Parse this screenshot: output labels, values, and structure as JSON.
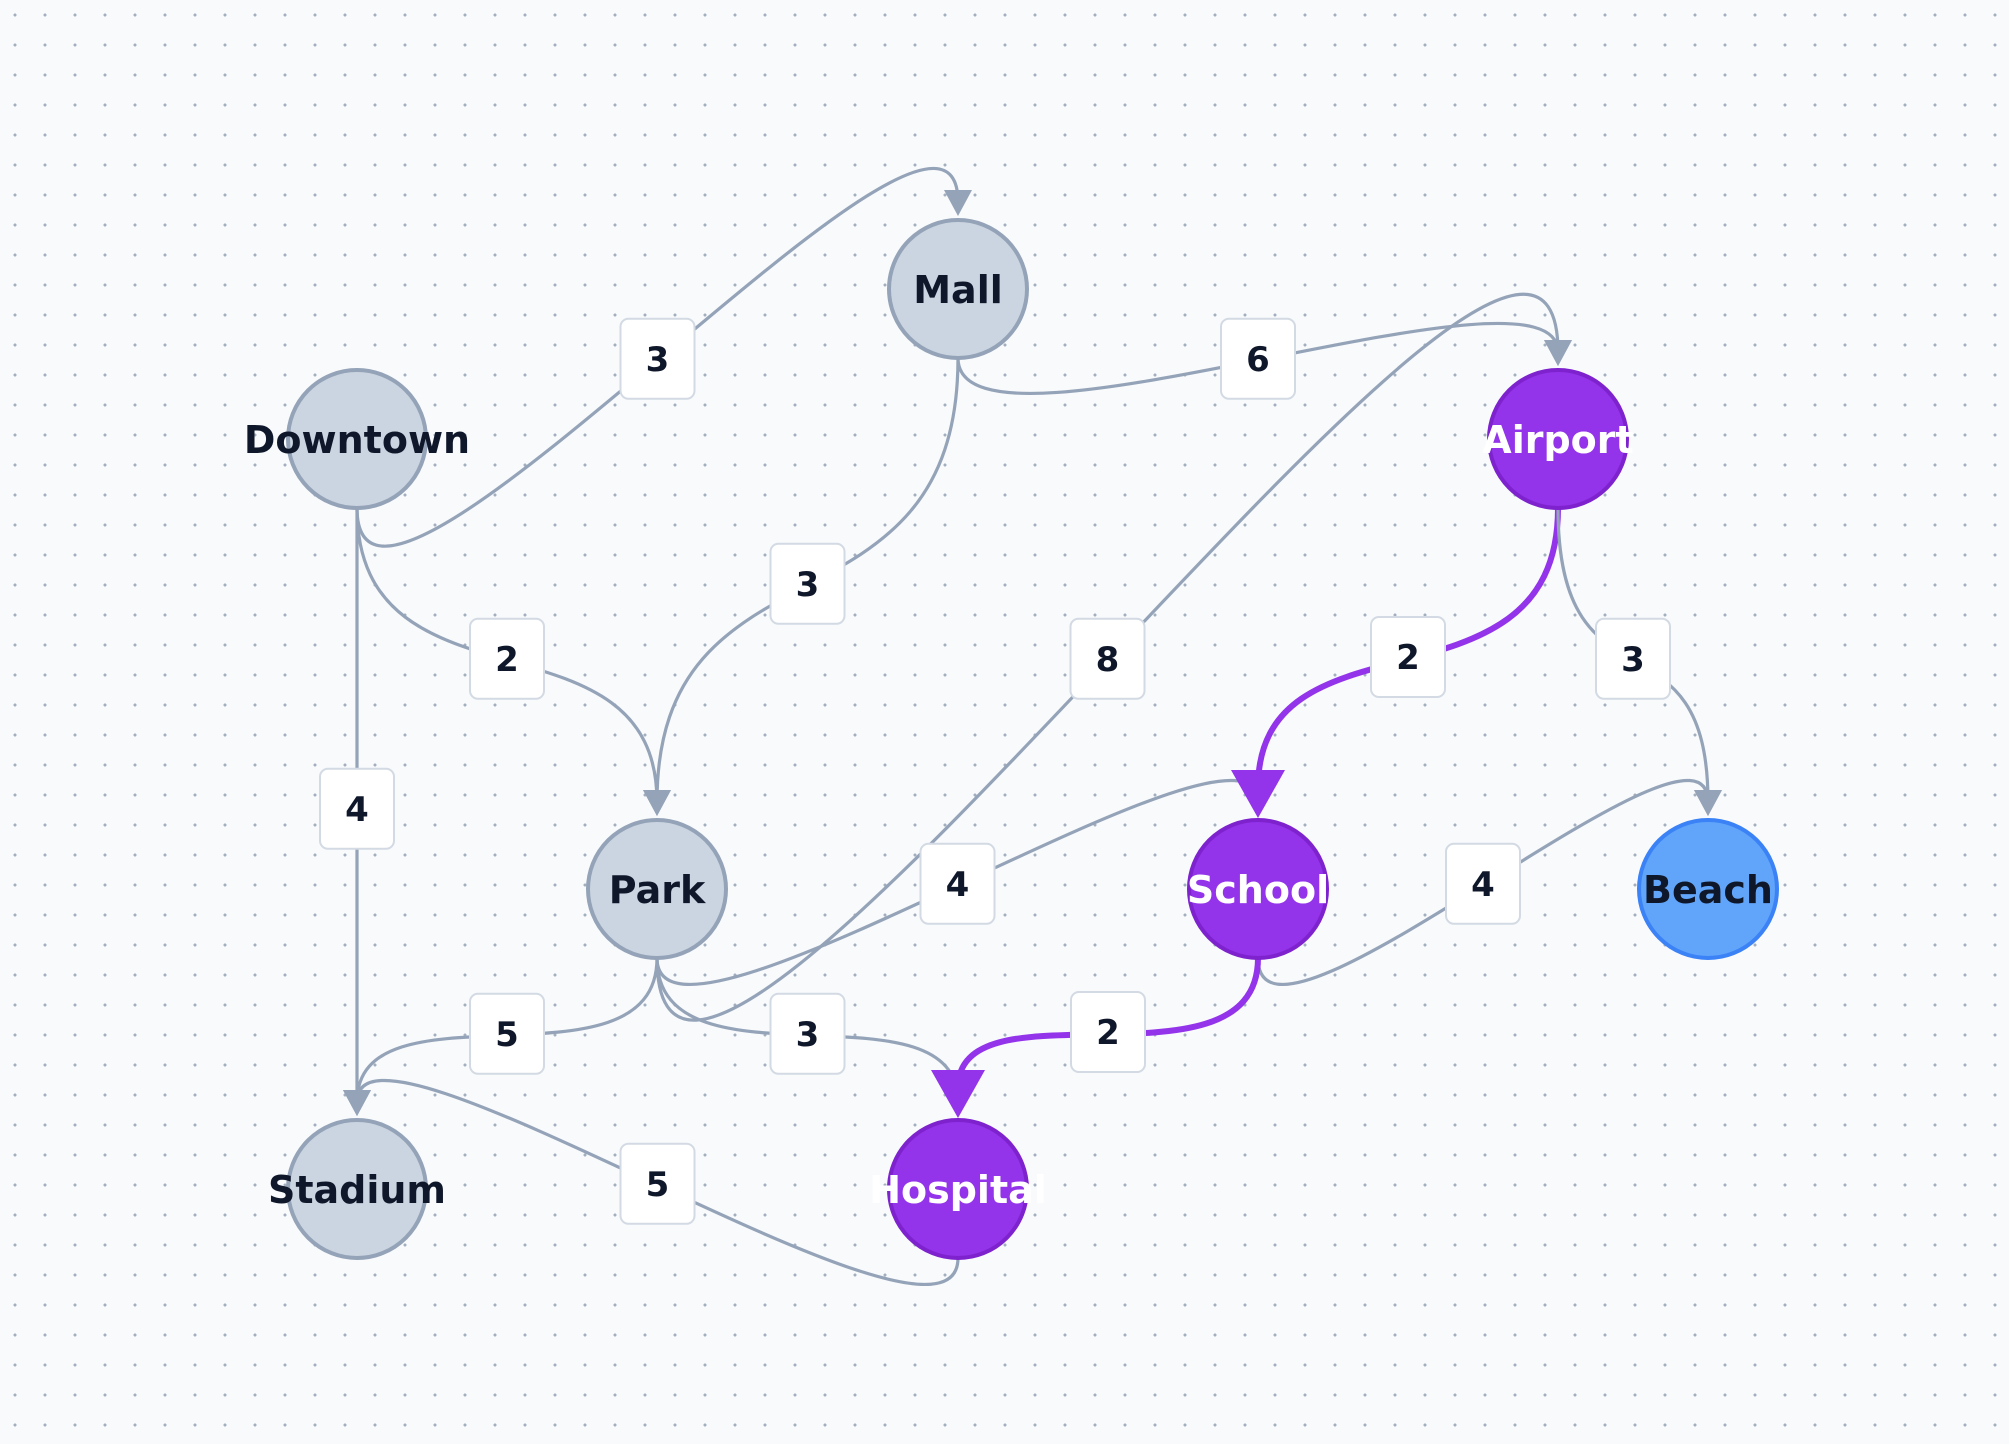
{
  "colors": {
    "edge": "#94a3b8",
    "highlight": "#9333ea",
    "node_default_fill": "#cbd5e1",
    "node_default_stroke": "#94a3b8",
    "node_path_fill": "#9333ea",
    "node_path_stroke": "#7e22ce",
    "node_target_fill": "#60a5fa",
    "node_target_stroke": "#3b82f6",
    "label_dark": "#0f172a",
    "label_light": "#ffffff"
  },
  "nodes": [
    {
      "id": "downtown",
      "label": "Downtown",
      "state": "default"
    },
    {
      "id": "mall",
      "label": "Mall",
      "state": "default"
    },
    {
      "id": "airport",
      "label": "Airport",
      "state": "path"
    },
    {
      "id": "park",
      "label": "Park",
      "state": "default"
    },
    {
      "id": "school",
      "label": "School",
      "state": "path"
    },
    {
      "id": "beach",
      "label": "Beach",
      "state": "target"
    },
    {
      "id": "stadium",
      "label": "Stadium",
      "state": "default"
    },
    {
      "id": "hospital",
      "label": "Hospital",
      "state": "path"
    }
  ],
  "edges": [
    {
      "from": "downtown",
      "to": "mall",
      "weight": "3",
      "highlight": false
    },
    {
      "from": "downtown",
      "to": "park",
      "weight": "2",
      "highlight": false
    },
    {
      "from": "downtown",
      "to": "stadium",
      "weight": "4",
      "highlight": false
    },
    {
      "from": "mall",
      "to": "airport",
      "weight": "6",
      "highlight": false
    },
    {
      "from": "mall",
      "to": "park",
      "weight": "3",
      "highlight": false
    },
    {
      "from": "park",
      "to": "airport",
      "weight": "8",
      "highlight": false
    },
    {
      "from": "park",
      "to": "school",
      "weight": "4",
      "highlight": false
    },
    {
      "from": "park",
      "to": "hospital",
      "weight": "3",
      "highlight": false
    },
    {
      "from": "park",
      "to": "stadium",
      "weight": "5",
      "highlight": false
    },
    {
      "from": "airport",
      "to": "school",
      "weight": "2",
      "highlight": true
    },
    {
      "from": "airport",
      "to": "beach",
      "weight": "3",
      "highlight": false
    },
    {
      "from": "school",
      "to": "beach",
      "weight": "4",
      "highlight": false
    },
    {
      "from": "school",
      "to": "hospital",
      "weight": "2",
      "highlight": true
    },
    {
      "from": "hospital",
      "to": "stadium",
      "weight": "5",
      "highlight": false
    }
  ]
}
